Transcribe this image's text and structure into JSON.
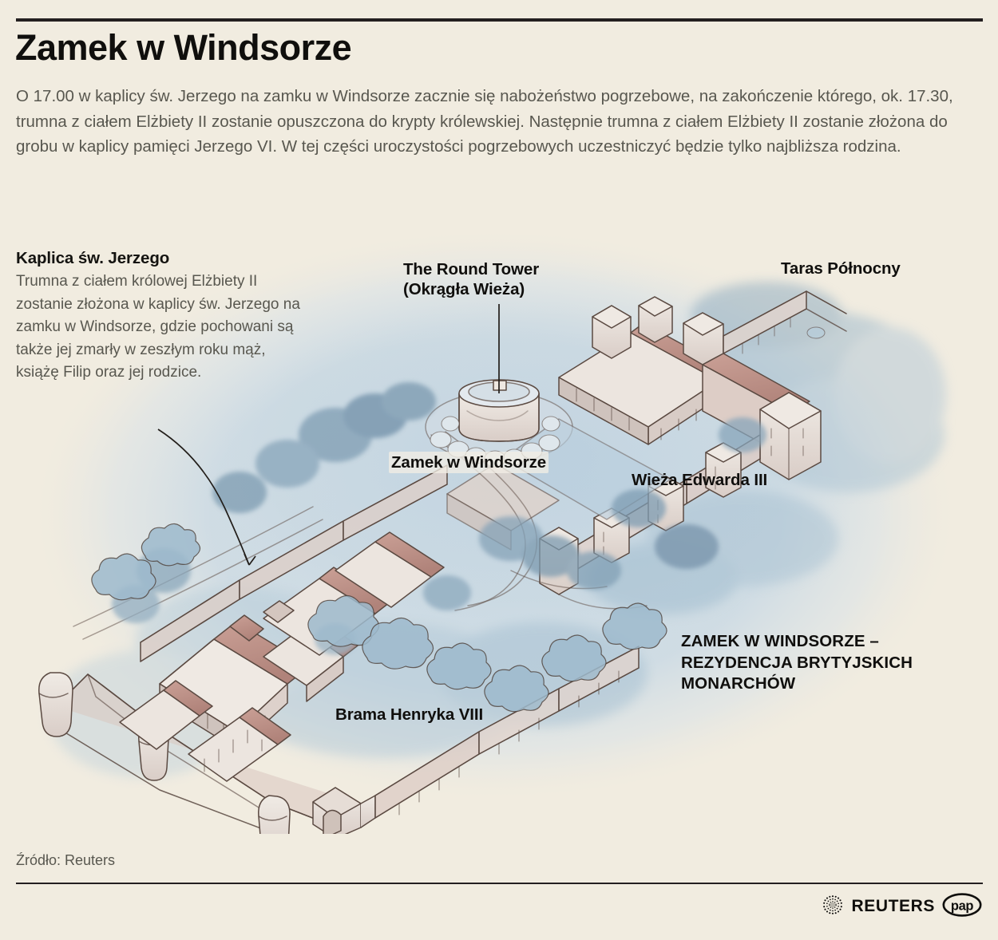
{
  "header": {
    "title": "Zamek w Windsorze",
    "intro": "O 17.00 w kaplicy św. Jerzego na zamku w Windsorze zacznie się nabożeństwo pogrzebowe, na zakończenie którego, ok. 17.30, trumna z ciałem Elżbiety II zostanie opuszczona do krypty królewskiej. Następnie trumna z ciałem Elżbiety II zostanie złożona do grobu w kaplicy pamięci Jerzego VI. W tej części uroczystości pogrzebowych uczestniczyć będzie tylko najbliższa rodzina."
  },
  "annotations": {
    "chapel": {
      "heading": "Kaplica św. Jerzego",
      "body": "Trumna z ciałem królowej Elżbiety II zostanie złożona w kaplicy św. Jerzego na zamku w Windsorze, gdzie pochowani są także jej zmarły w zeszłym roku mąż, książę Filip oraz jej rodzice."
    }
  },
  "map_labels": {
    "round_tower": "The Round Tower\n(Okrągła Wieża)",
    "north_terrace": "Taras Północny",
    "castle": "Zamek w Windsorze",
    "edward_tower": "Wieża Edwarda III",
    "henry_gate": "Brama Henryka VIII"
  },
  "caption": "ZAMEK W WINDSORZE –\nREZYDENCJA BRYTYJSKICH\nMONARCHÓW",
  "footer": {
    "source": "Źródło: Reuters",
    "reuters_logo_text": "REUTERS",
    "pap_logo_text": "pap"
  },
  "colors": {
    "background": "#f1ece0",
    "ink": "#100f0d",
    "body_text": "#58574f",
    "map_water": "#c6d7e2",
    "map_ground": "#d7e3ea",
    "tree_blue": "#8fb0c4",
    "tree_dark": "#6d8ba3",
    "roof_terracotta": "#c09186",
    "wall_stone": "#e9e3dd",
    "outline": "#5b4a42"
  }
}
